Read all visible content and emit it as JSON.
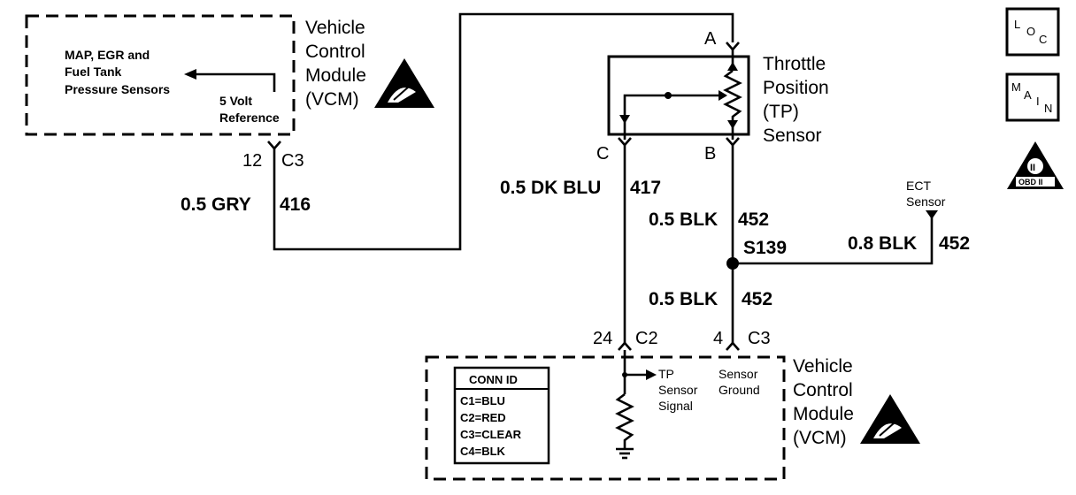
{
  "top_vcm": {
    "name_lines": [
      "Vehicle",
      "Control",
      "Module",
      "(VCM)"
    ],
    "sensor_lines": [
      "MAP, EGR and",
      "Fuel Tank",
      "Pressure Sensors"
    ],
    "ref_lines": [
      "5 Volt",
      "Reference"
    ],
    "pin": "12",
    "connector": "C3"
  },
  "wire_416": {
    "gauge": "0.5 GRY",
    "circuit": "416"
  },
  "tp_sensor": {
    "name_lines": [
      "Throttle",
      "Position",
      "(TP)",
      "Sensor"
    ],
    "terminal_a": "A",
    "terminal_b": "B",
    "terminal_c": "C"
  },
  "wire_417": {
    "gauge": "0.5 DK BLU",
    "circuit": "417"
  },
  "wire_452_upper": {
    "gauge": "0.5 BLK",
    "circuit": "452"
  },
  "splice": "S139",
  "wire_452_ect": {
    "gauge": "0.8 BLK",
    "circuit": "452"
  },
  "ect_sensor_lines": [
    "ECT",
    "Sensor"
  ],
  "wire_452_lower": {
    "gauge": "0.5 BLK",
    "circuit": "452"
  },
  "bottom_vcm": {
    "name_lines": [
      "Vehicle",
      "Control",
      "Module",
      "(VCM)"
    ],
    "pin_left": "24",
    "conn_left": "C2",
    "pin_right": "4",
    "conn_right": "C3",
    "tp_signal_lines": [
      "TP",
      "Sensor",
      "Signal"
    ],
    "sensor_ground_lines": [
      "Sensor",
      "Ground"
    ],
    "conn_id": {
      "title": "CONN ID",
      "rows": [
        "C1=BLU",
        "C2=RED",
        "C3=CLEAR",
        "C4=BLK"
      ]
    }
  },
  "side_icons": {
    "loc": [
      "L",
      "O",
      "C"
    ],
    "main": [
      "M",
      "A",
      "I",
      "N"
    ],
    "obd": [
      "II",
      "OBD II"
    ]
  }
}
